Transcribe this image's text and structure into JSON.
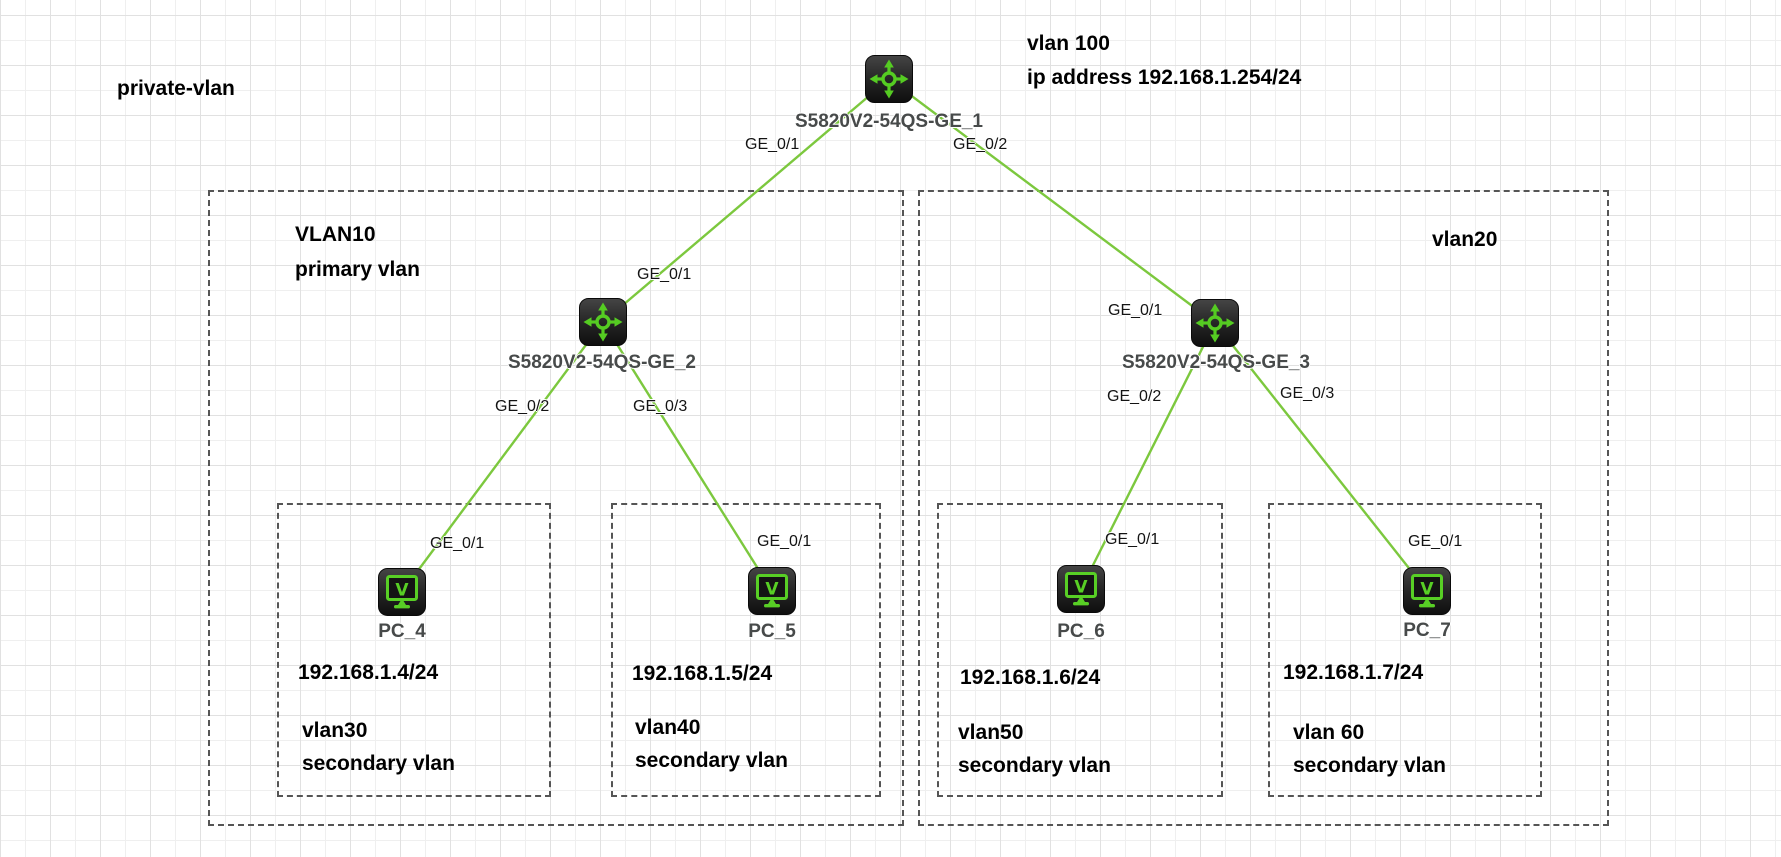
{
  "colors": {
    "link_green": "#7cc83e",
    "icon_green": "#55cc22",
    "device_body_dark": "#262626",
    "group_border_gray": "#555555",
    "device_label_gray": "#474a4a"
  },
  "canvas_note": {
    "title": "private-vlan"
  },
  "core_switch_note": {
    "line1": "vlan 100",
    "line2": "ip address 192.168.1.254/24"
  },
  "groups": [
    {
      "label_line1": "VLAN10",
      "label_line2": "primary vlan"
    },
    {
      "label_line1": "vlan20"
    }
  ],
  "switches": [
    {
      "name": "S5820V2-54QS-GE_1"
    },
    {
      "name": "S5820V2-54QS-GE_2"
    },
    {
      "name": "S5820V2-54QS-GE_3"
    }
  ],
  "pcs": [
    {
      "name": "PC_4",
      "ip": "192.168.1.4/24",
      "vlan": "vlan30",
      "vlan_role": "secondary vlan"
    },
    {
      "name": "PC_5",
      "ip": "192.168.1.5/24",
      "vlan": "vlan40",
      "vlan_role": "secondary vlan"
    },
    {
      "name": "PC_6",
      "ip": "192.168.1.6/24",
      "vlan": "vlan50",
      "vlan_role": "secondary vlan"
    },
    {
      "name": "PC_7",
      "ip": "192.168.1.7/24",
      "vlan": "vlan 60",
      "vlan_role": "secondary vlan"
    }
  ],
  "ports": {
    "sw1_ge01": "GE_0/1",
    "sw1_ge02": "GE_0/2",
    "sw2_ge01": "GE_0/1",
    "sw2_ge02": "GE_0/2",
    "sw2_ge03": "GE_0/3",
    "sw3_ge01": "GE_0/1",
    "sw3_ge02": "GE_0/2",
    "sw3_ge03": "GE_0/3",
    "pc4_ge01": "GE_0/1",
    "pc5_ge01": "GE_0/1",
    "pc6_ge01": "GE_0/1",
    "pc7_ge01": "GE_0/1"
  }
}
